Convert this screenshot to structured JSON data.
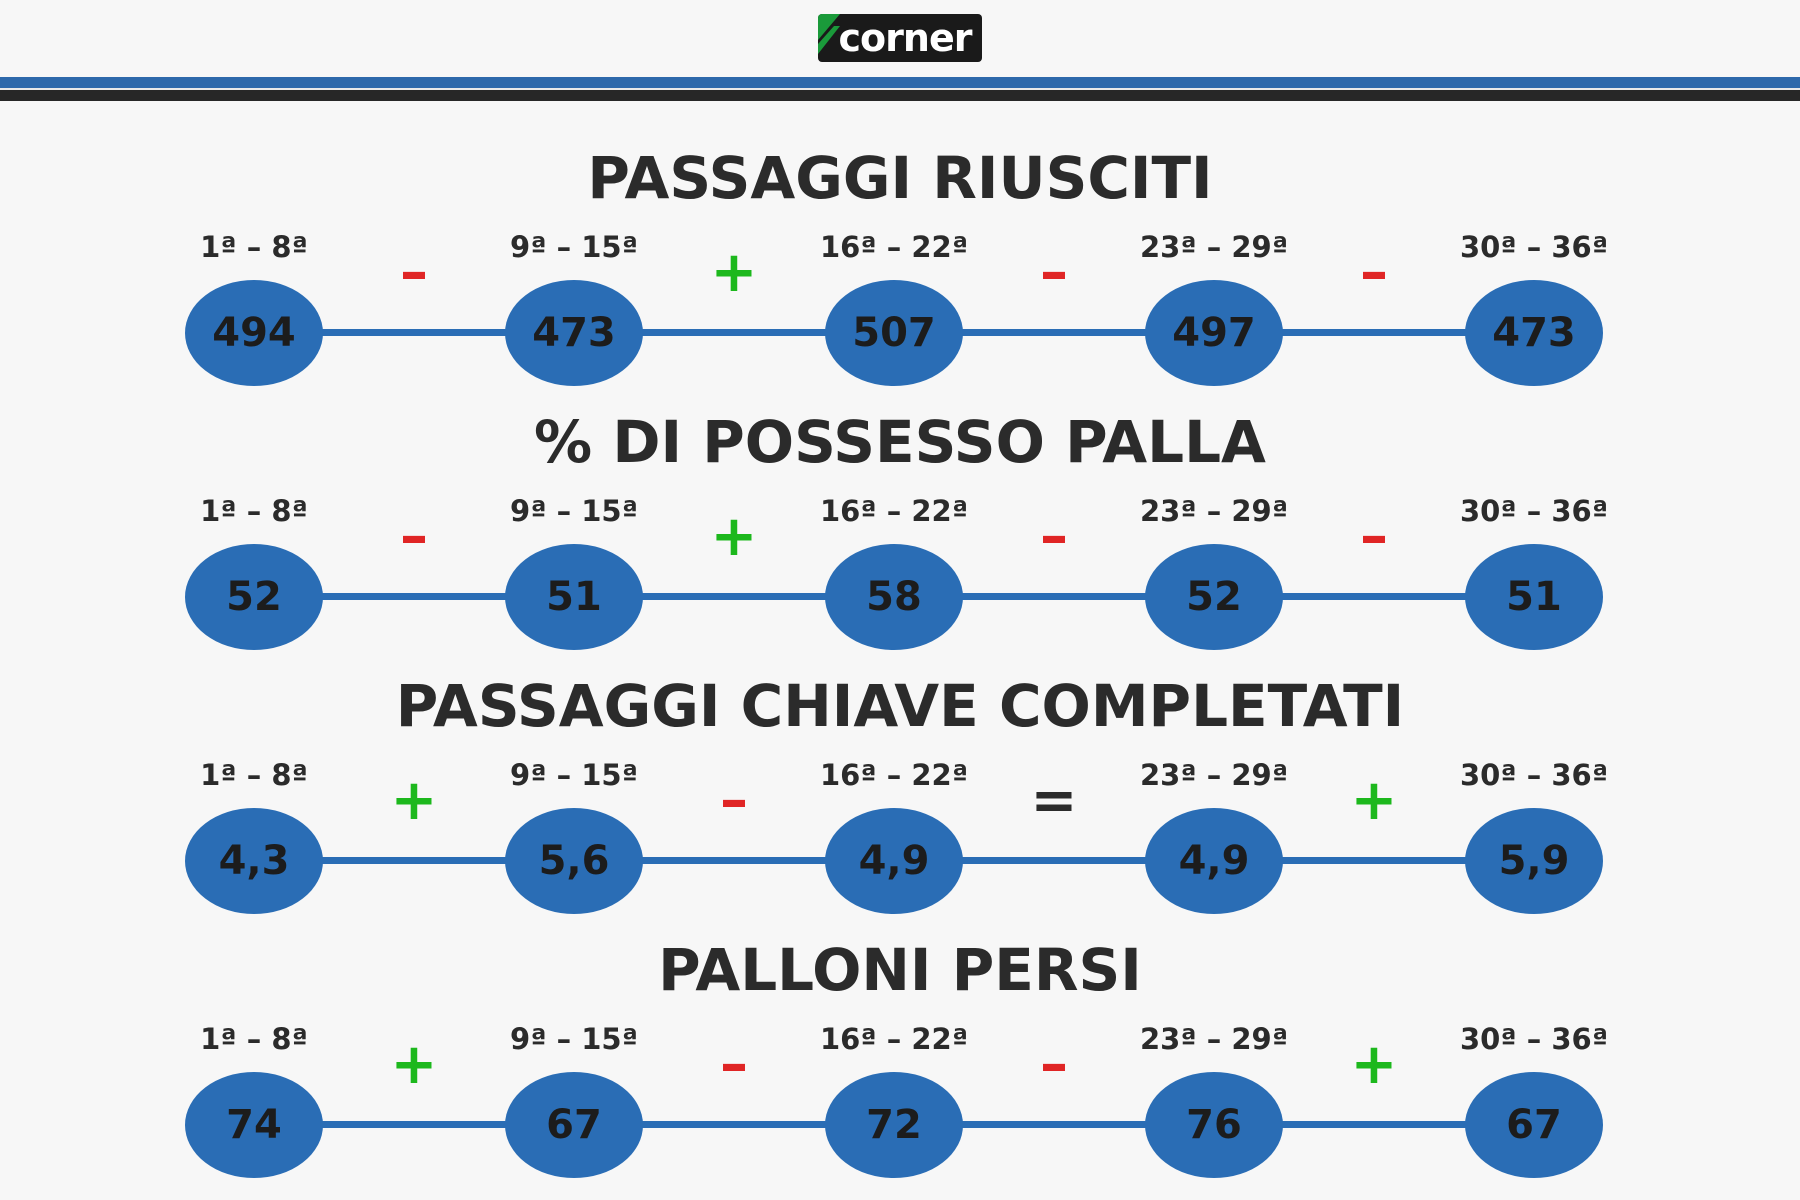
{
  "brand": {
    "logo_text": "corner",
    "colors": {
      "primary_blue": "#2a6db5",
      "dark": "#272727",
      "plus_green": "#1db81d",
      "minus_red": "#e02525"
    }
  },
  "ranges": [
    "1ª – 8ª",
    "9ª – 15ª",
    "16ª – 22ª",
    "23ª – 29ª",
    "30ª – 36ª"
  ],
  "sections": [
    {
      "title": "PASSAGGI RIUSCITI",
      "values": [
        "494",
        "473",
        "507",
        "497",
        "473"
      ],
      "changes": [
        {
          "symbol": "–",
          "kind": "minus"
        },
        {
          "symbol": "+",
          "kind": "plus"
        },
        {
          "symbol": "–",
          "kind": "minus"
        },
        {
          "symbol": "–",
          "kind": "minus"
        }
      ]
    },
    {
      "title": "% DI POSSESSO PALLA",
      "values": [
        "52",
        "51",
        "58",
        "52",
        "51"
      ],
      "changes": [
        {
          "symbol": "–",
          "kind": "minus"
        },
        {
          "symbol": "+",
          "kind": "plus"
        },
        {
          "symbol": "–",
          "kind": "minus"
        },
        {
          "symbol": "–",
          "kind": "minus"
        }
      ]
    },
    {
      "title": "PASSAGGI CHIAVE COMPLETATI",
      "values": [
        "4,3",
        "5,6",
        "4,9",
        "4,9",
        "5,9"
      ],
      "changes": [
        {
          "symbol": "+",
          "kind": "plus"
        },
        {
          "symbol": "–",
          "kind": "minus"
        },
        {
          "symbol": "=",
          "kind": "equal"
        },
        {
          "symbol": "+",
          "kind": "plus"
        }
      ]
    },
    {
      "title": "PALLONI PERSI",
      "values": [
        "74",
        "67",
        "72",
        "76",
        "67"
      ],
      "changes": [
        {
          "symbol": "+",
          "kind": "plus"
        },
        {
          "symbol": "–",
          "kind": "minus"
        },
        {
          "symbol": "–",
          "kind": "minus"
        },
        {
          "symbol": "+",
          "kind": "plus"
        }
      ]
    }
  ]
}
